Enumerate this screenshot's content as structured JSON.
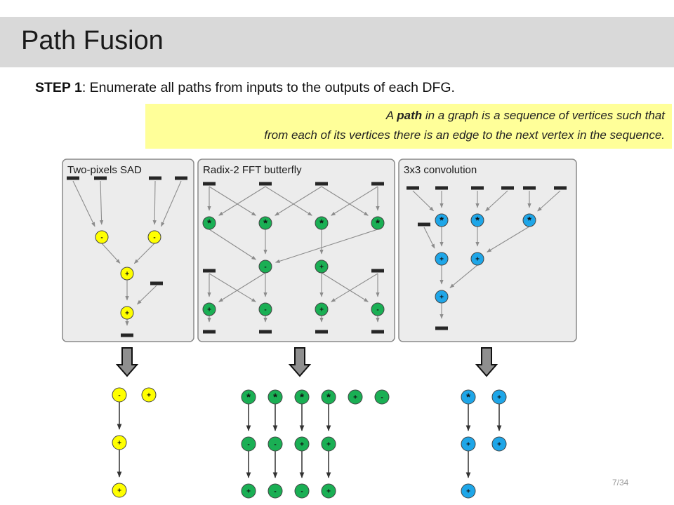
{
  "slide": {
    "title": "Path Fusion",
    "step_label": "STEP 1",
    "step_text": ": Enumerate all paths from inputs to the outputs of each DFG.",
    "definition": {
      "line1_before": "A ",
      "line1_bold": "path",
      "line1_after": " in a graph is a sequence of vertices such that",
      "line2": "from each of its vertices there is an edge to the next vertex in the sequence."
    },
    "page_number": "7/34"
  },
  "panels": [
    {
      "id": "sad",
      "title": "Two-pixels SAD"
    },
    {
      "id": "fft",
      "title": "Radix-2 FFT butterfly"
    },
    {
      "id": "conv",
      "title": "3x3 convolution"
    }
  ],
  "colors": {
    "yellow": "#ffff00",
    "green": "#1aaf54",
    "blue": "#1ea6e8",
    "panel_bg": "#ececec",
    "title_bar": "#d9d9d9",
    "definition_bg": "#ffff99"
  },
  "graphs": {
    "sad": {
      "nodes": [
        {
          "id": "s1",
          "op": "-",
          "color": "yellow"
        },
        {
          "id": "s2",
          "op": "-",
          "color": "yellow"
        },
        {
          "id": "s3",
          "op": "+",
          "color": "yellow"
        },
        {
          "id": "s4",
          "op": "+",
          "color": "yellow"
        }
      ]
    },
    "fft": {
      "nodes": [
        {
          "id": "m1",
          "op": "*",
          "color": "green"
        },
        {
          "id": "m2",
          "op": "*",
          "color": "green"
        },
        {
          "id": "m3",
          "op": "*",
          "color": "green"
        },
        {
          "id": "m4",
          "op": "*",
          "color": "green"
        },
        {
          "id": "a1",
          "op": "-",
          "color": "green"
        },
        {
          "id": "a2",
          "op": "+",
          "color": "green"
        },
        {
          "id": "o1",
          "op": "+",
          "color": "green"
        },
        {
          "id": "o2",
          "op": "-",
          "color": "green"
        },
        {
          "id": "o3",
          "op": "+",
          "color": "green"
        },
        {
          "id": "o4",
          "op": "-",
          "color": "green"
        }
      ]
    },
    "conv": {
      "nodes": [
        {
          "id": "c1",
          "op": "*",
          "color": "blue"
        },
        {
          "id": "c2",
          "op": "*",
          "color": "blue"
        },
        {
          "id": "c3",
          "op": "*",
          "color": "blue"
        },
        {
          "id": "c4",
          "op": "+",
          "color": "blue"
        },
        {
          "id": "c5",
          "op": "+",
          "color": "blue"
        },
        {
          "id": "c6",
          "op": "+",
          "color": "blue"
        }
      ]
    }
  },
  "paths": {
    "sad": [
      [
        "-",
        "+",
        "+"
      ],
      [
        "+"
      ]
    ],
    "fft": [
      [
        "*",
        "-",
        "+"
      ],
      [
        "*",
        "-",
        "-"
      ],
      [
        "*",
        "+",
        "-"
      ],
      [
        "*",
        "+",
        "+"
      ],
      [
        "+"
      ],
      [
        "-"
      ]
    ],
    "conv": [
      [
        "*",
        "+",
        "+"
      ],
      [
        "+",
        "+"
      ]
    ]
  }
}
